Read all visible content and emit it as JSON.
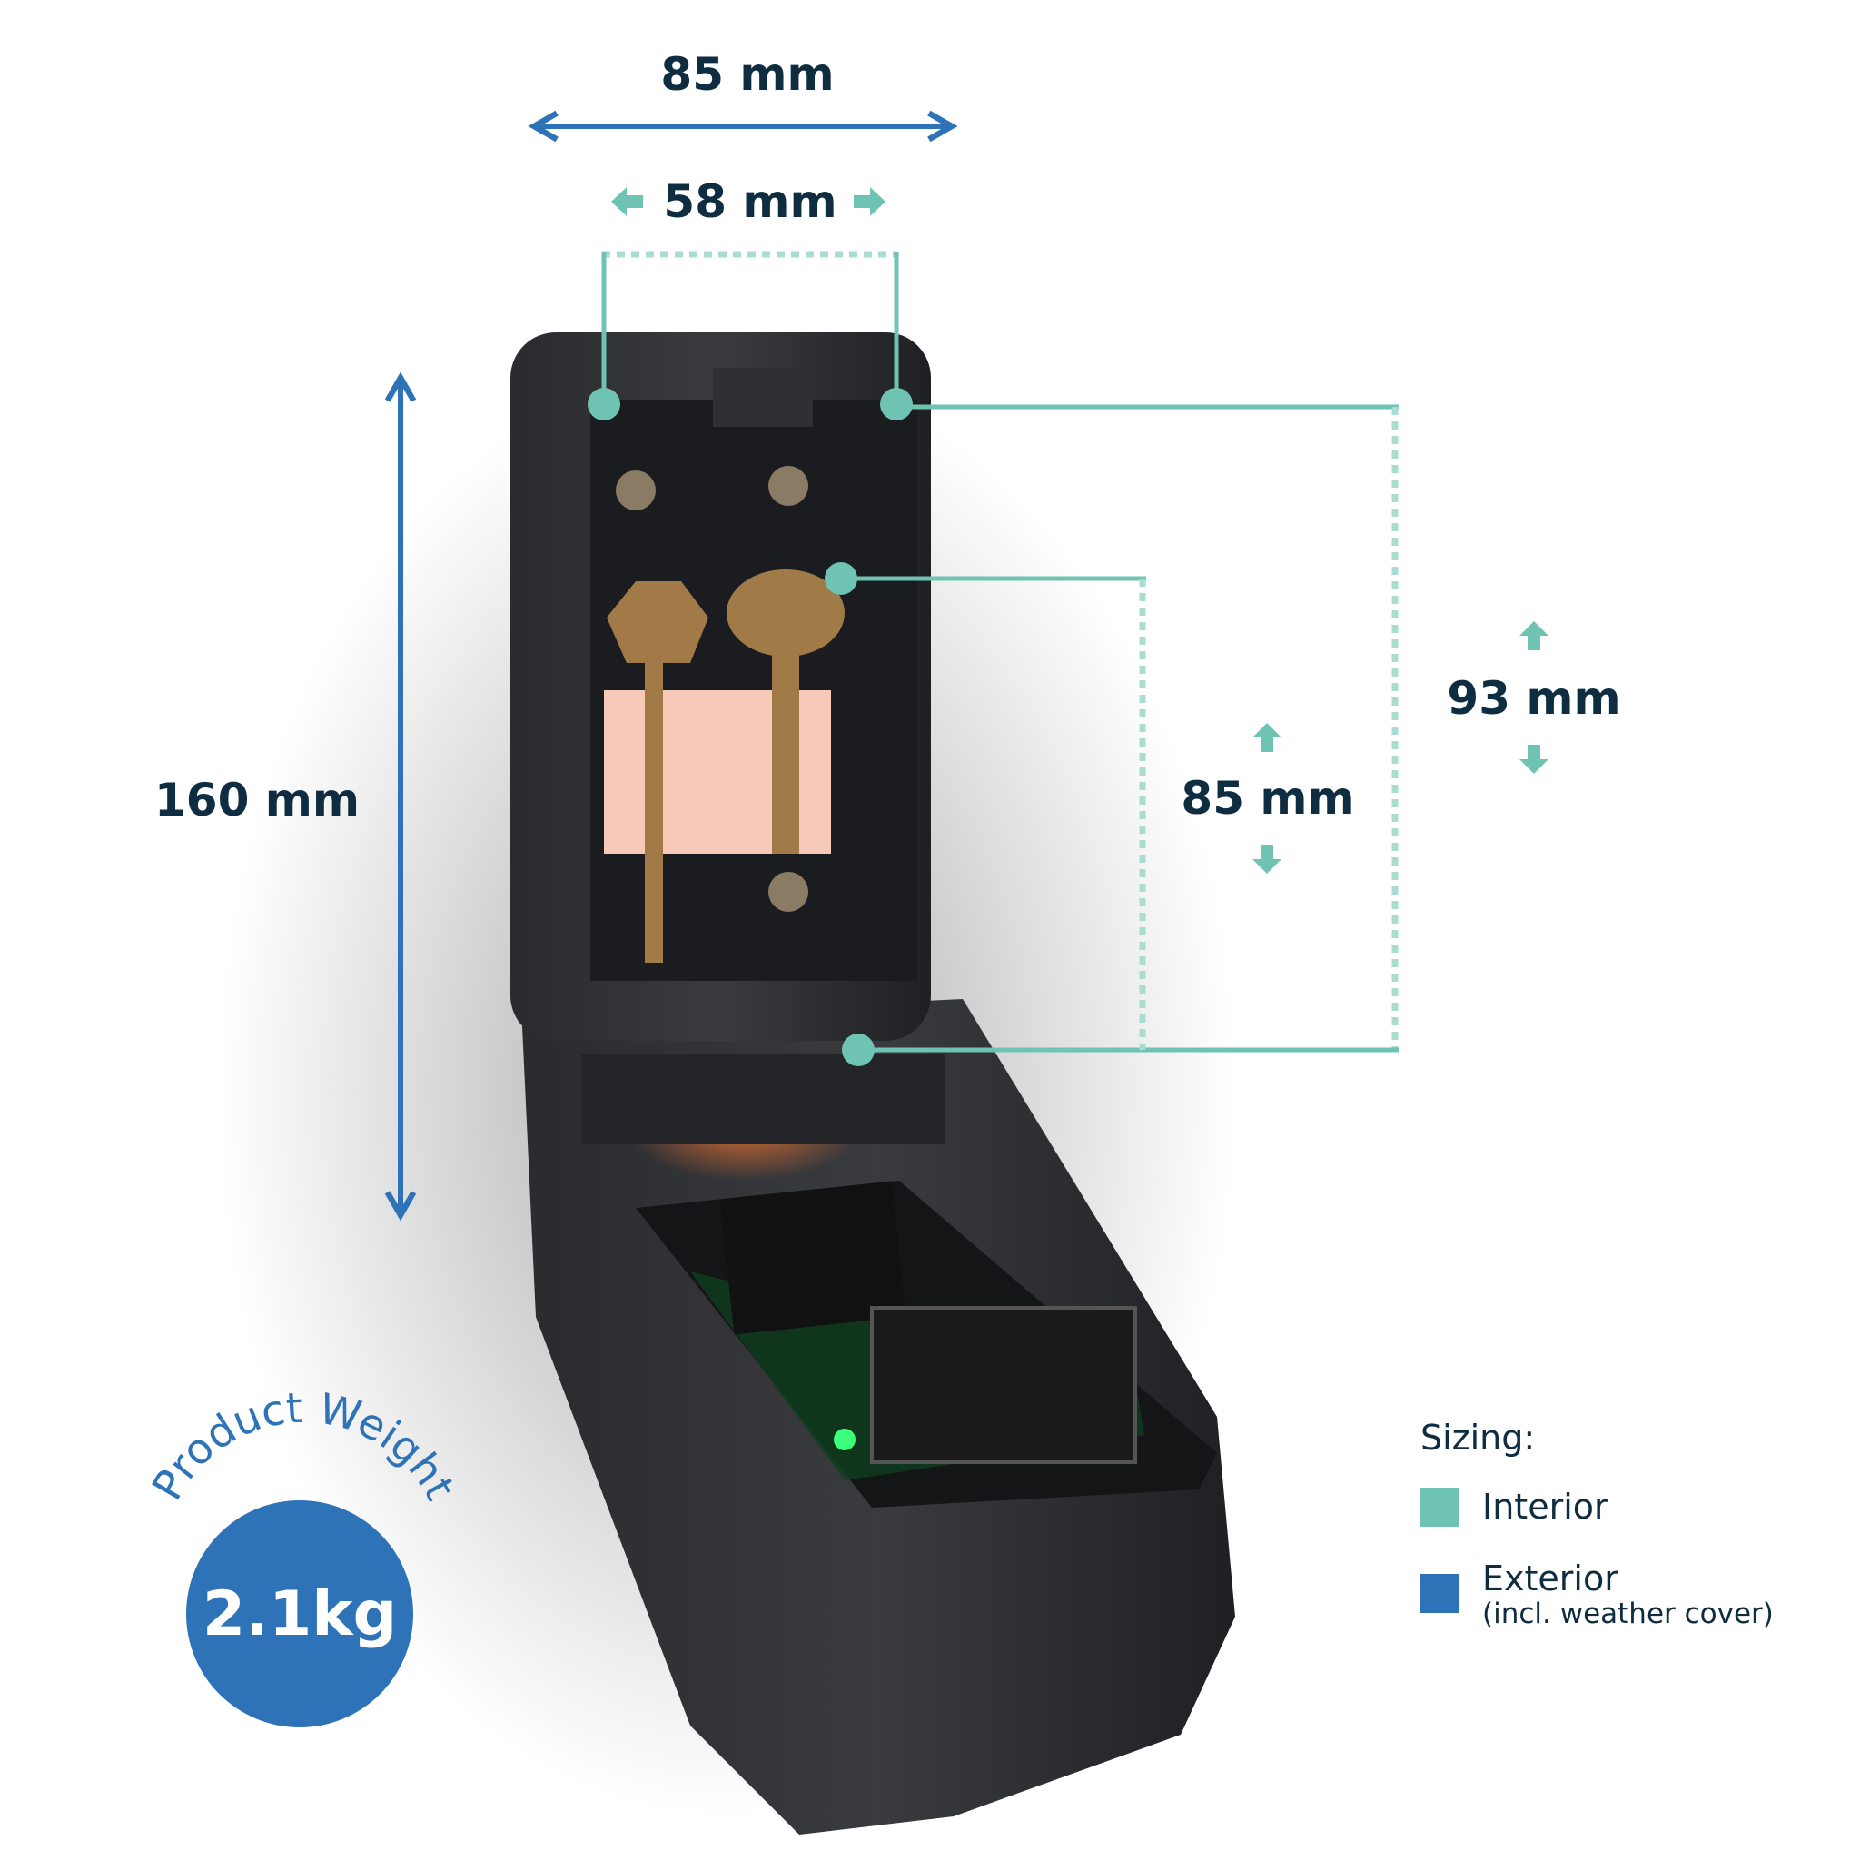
{
  "dimensions": {
    "exterior_width": "85 mm",
    "interior_width": "58 mm",
    "exterior_height": "160 mm",
    "interior_height": "85 mm",
    "interior_depth": "93 mm"
  },
  "weight_badge": {
    "label": "Product Weight",
    "value": "2.1kg"
  },
  "legend": {
    "title": "Sizing:",
    "items": [
      {
        "label": "Interior",
        "sublabel": "",
        "color": "#6fc3b2"
      },
      {
        "label": "Exterior",
        "sublabel": "(incl. weather cover)",
        "color": "#2e72b8"
      }
    ]
  },
  "colors": {
    "interior": "#6fc3b2",
    "exterior": "#2e72b8",
    "text": "#0f2d40"
  }
}
